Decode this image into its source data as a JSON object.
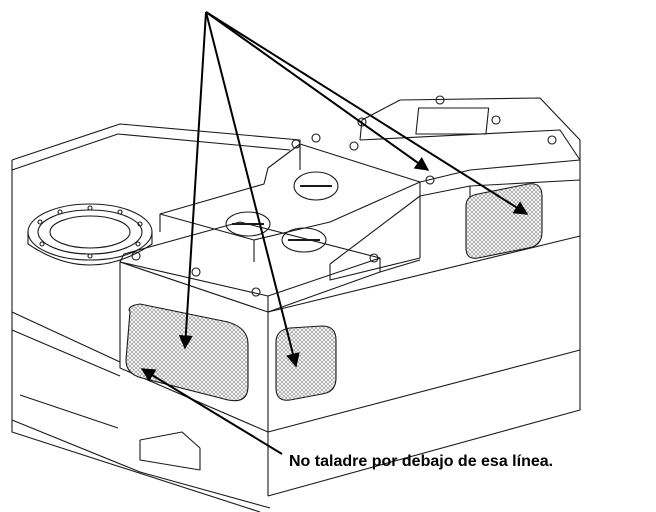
{
  "caption": "No taladre por debajo de esa línea.",
  "colors": {
    "line": "#1a1a1a",
    "mesh": "#c8c8c8",
    "arrow": "#000000"
  },
  "icons": [
    "mesh-panel-left",
    "mesh-panel-center",
    "mesh-panel-right",
    "pointer-arrows",
    "baseline-arrow",
    "duct-flange",
    "lock-knob"
  ]
}
